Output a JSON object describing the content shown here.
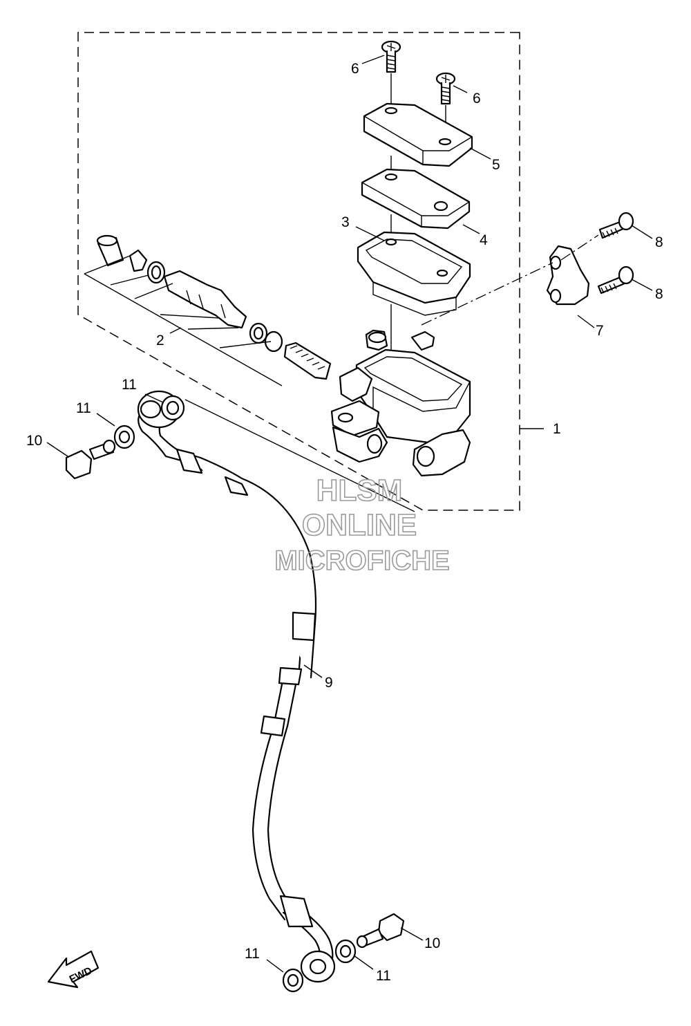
{
  "diagram": {
    "callouts": [
      {
        "id": "c1",
        "label": "1"
      },
      {
        "id": "c2",
        "label": "2"
      },
      {
        "id": "c3",
        "label": "3"
      },
      {
        "id": "c4",
        "label": "4"
      },
      {
        "id": "c5",
        "label": "5"
      },
      {
        "id": "c6a",
        "label": "6"
      },
      {
        "id": "c6b",
        "label": "6"
      },
      {
        "id": "c7",
        "label": "7"
      },
      {
        "id": "c8a",
        "label": "8"
      },
      {
        "id": "c8b",
        "label": "8"
      },
      {
        "id": "c9",
        "label": "9"
      },
      {
        "id": "c10a",
        "label": "10"
      },
      {
        "id": "c10b",
        "label": "10"
      },
      {
        "id": "c11a",
        "label": "11"
      },
      {
        "id": "c11b",
        "label": "11"
      },
      {
        "id": "c11c",
        "label": "11"
      },
      {
        "id": "c11d",
        "label": "11"
      }
    ],
    "direction_badge": "FWD"
  },
  "watermark": {
    "line1": "HLSM",
    "line2": "ONLINE",
    "line3": "MICROFICHE"
  }
}
